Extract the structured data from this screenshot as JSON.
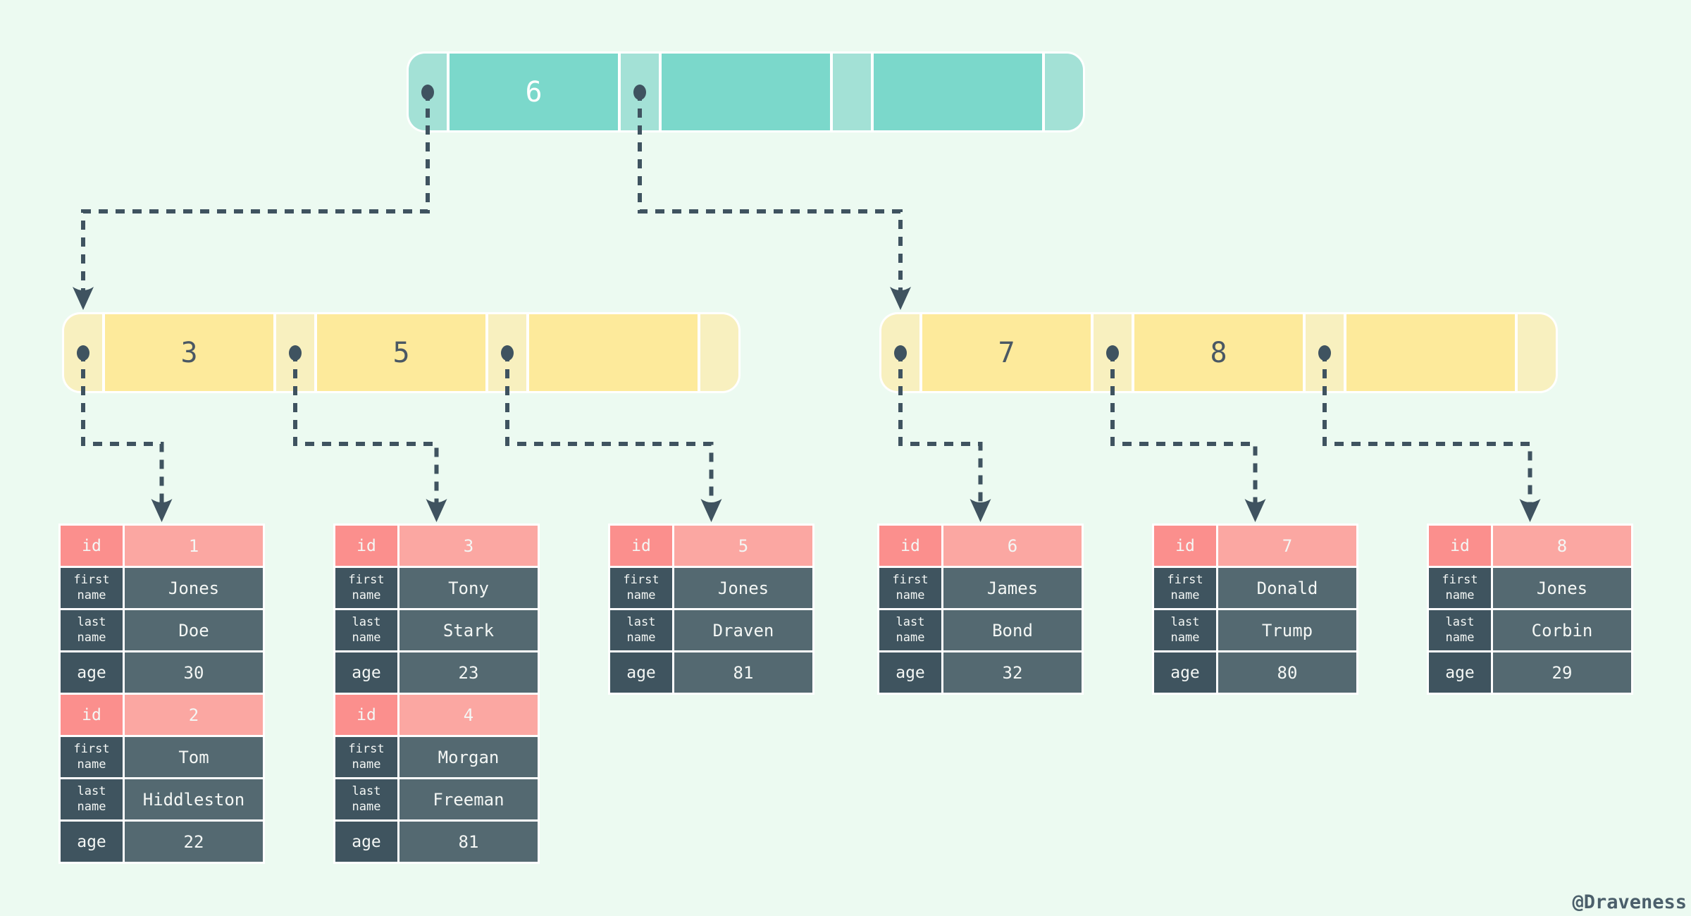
{
  "tree": {
    "root": {
      "keys": [
        "6",
        "",
        ""
      ]
    },
    "internal_left": {
      "keys": [
        "3",
        "5",
        ""
      ]
    },
    "internal_right": {
      "keys": [
        "7",
        "8",
        ""
      ]
    }
  },
  "record_labels": {
    "id": "id",
    "first_name": "first name",
    "last_name": "last name",
    "age": "age"
  },
  "tables": [
    {
      "records": [
        {
          "id": "1",
          "first_name": "Jones",
          "last_name": "Doe",
          "age": "30"
        },
        {
          "id": "2",
          "first_name": "Tom",
          "last_name": "Hiddleston",
          "age": "22"
        }
      ]
    },
    {
      "records": [
        {
          "id": "3",
          "first_name": "Tony",
          "last_name": "Stark",
          "age": "23"
        },
        {
          "id": "4",
          "first_name": "Morgan",
          "last_name": "Freeman",
          "age": "81"
        }
      ]
    },
    {
      "records": [
        {
          "id": "5",
          "first_name": "Jones",
          "last_name": "Draven",
          "age": "81"
        }
      ]
    },
    {
      "records": [
        {
          "id": "6",
          "first_name": "James",
          "last_name": "Bond",
          "age": "32"
        }
      ]
    },
    {
      "records": [
        {
          "id": "7",
          "first_name": "Donald",
          "last_name": "Trump",
          "age": "80"
        }
      ]
    },
    {
      "records": [
        {
          "id": "8",
          "first_name": "Jones",
          "last_name": "Corbin",
          "age": "29"
        }
      ]
    }
  ],
  "watermark": "@Draveness",
  "colors": {
    "background": "#ecfaf1",
    "teal_pointer": "#a3e1d6",
    "teal_key": "#7bd8cb",
    "yellow_pointer": "#f8f0bf",
    "yellow_key": "#fdea9b",
    "pink_label": "#fb8f8d",
    "pink_value": "#fba7a2",
    "slate_label": "#3f545f",
    "slate_value": "#546971",
    "connector": "#3f5360"
  }
}
